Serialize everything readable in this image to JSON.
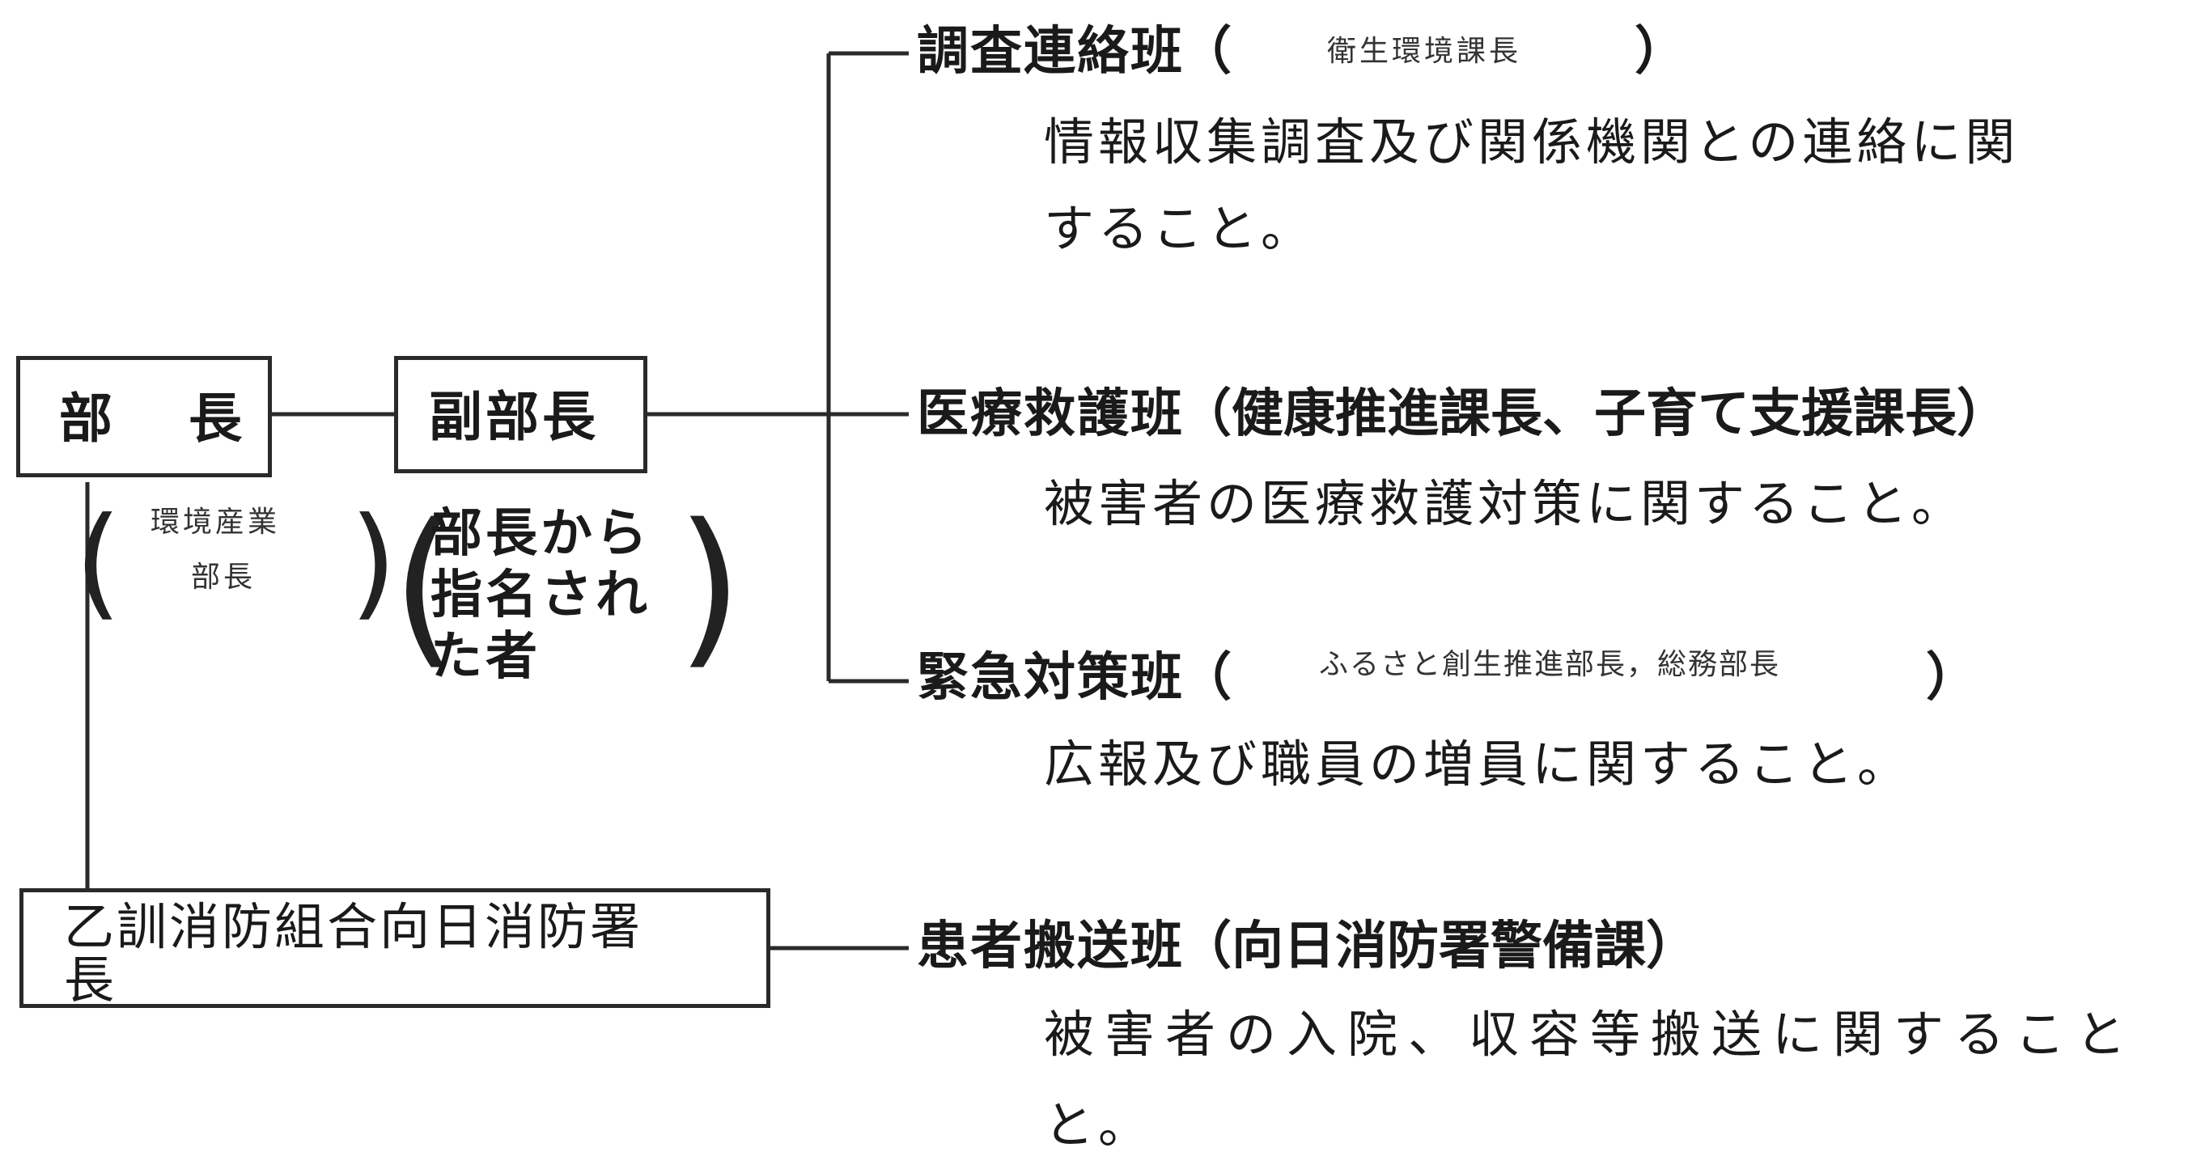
{
  "head": {
    "label_left": "部",
    "label_right": "長",
    "note": [
      "環境産業",
      "部長"
    ]
  },
  "deputy": {
    "label": "副部長",
    "note": [
      "部長から",
      "指名され",
      "た者"
    ]
  },
  "fire_chief": {
    "label_line1": "乙訓消防組合向日消防署",
    "label_line2": "長"
  },
  "teams": [
    {
      "name": "調査連絡班",
      "paren_open": "（",
      "lead": "衛生環境課長",
      "paren_close": "）",
      "duty_lines": [
        "情報収集調査及び関係機関との連絡に関",
        "すること。"
      ]
    },
    {
      "name": "医療救護班",
      "lead": "（健康推進課長、子育て支援課長）",
      "duty_lines": [
        "被害者の医療救護対策に関すること。"
      ]
    },
    {
      "name": "緊急対策班",
      "paren_open": "（",
      "lead": "ふるさと創生推進部長，総務部長",
      "paren_close": "）",
      "duty_lines": [
        "広報及び職員の増員に関すること。"
      ]
    },
    {
      "name": "患者搬送班",
      "lead": "（向日消防署警備課）",
      "duty_lines": [
        "被害者の入院、収容等搬送に関すること",
        "と。"
      ]
    }
  ]
}
